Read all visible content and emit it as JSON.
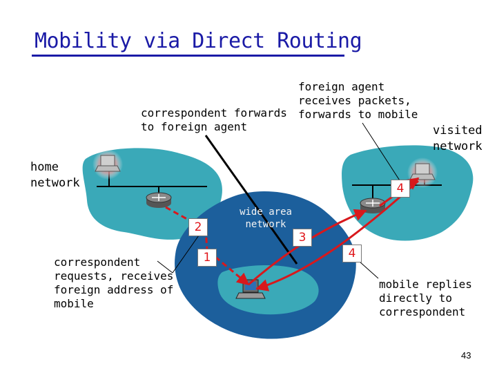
{
  "slide": {
    "title": "Mobility via Direct Routing",
    "page_number": "43"
  },
  "labels": {
    "home_network": [
      "home",
      "network"
    ],
    "visited_network": [
      "visited",
      "network"
    ],
    "wide_area_network": [
      "wide area",
      "network"
    ],
    "correspondent_forwards": [
      "correspondent forwards",
      "to foreign agent"
    ],
    "foreign_agent_receives": [
      "foreign agent",
      "receives packets,",
      "forwards to mobile"
    ],
    "correspondent_requests": [
      "correspondent",
      "requests, receives",
      "foreign address of",
      "mobile"
    ],
    "mobile_replies": [
      "mobile replies",
      "directly to",
      "correspondent"
    ]
  },
  "steps": [
    "1",
    "2",
    "3",
    "4",
    "4"
  ],
  "colors": {
    "title": "#1a1aa6",
    "network_cloud": "#3aa9b8",
    "wan_cloud": "#1c5f9c",
    "arrow": "#d8181c",
    "step_text": "#e0161b"
  },
  "icons": [
    "router-icon",
    "laptop-icon",
    "desktop-computer-icon"
  ]
}
